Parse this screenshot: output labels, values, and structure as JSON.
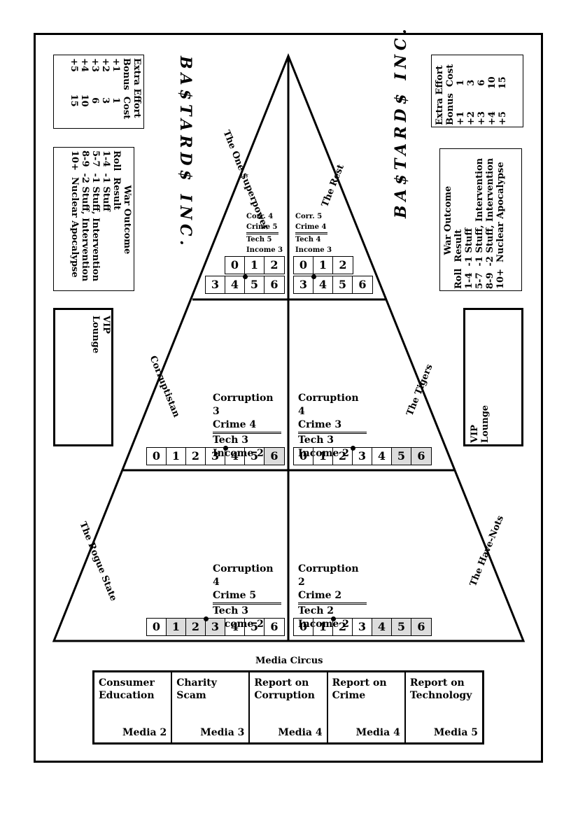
{
  "brand": "BA$TARD$ INC.",
  "extra_effort": {
    "title": "Extra Effort",
    "header": "Bonus  Cost",
    "rows": [
      "+1        1",
      "+2        3",
      "+3        6",
      "+4       10",
      "+5       15"
    ]
  },
  "war_outcome": {
    "title": "War Outcome",
    "header": "Roll  Result",
    "rows": [
      "1-4  -1 Stuff",
      "5-7  -1 Stuff, Intervention",
      "8-9  -2 Stuff, Intervention",
      "10+  Nuclear Apocalypse"
    ]
  },
  "vip": {
    "line1": "VIP",
    "line2": "Lounge"
  },
  "regions": {
    "superpower": {
      "name": "The One $uperpower",
      "corruption": "Corr. 4",
      "crime": "Crime 5",
      "tech": "Tech 5",
      "income": "Income 3",
      "track_top": [
        "0",
        "1",
        "2"
      ],
      "track_bottom": [
        "3",
        "4",
        "5",
        "6"
      ]
    },
    "rest": {
      "name": "The Rest",
      "corruption": "Corr. 5",
      "crime": "Crime 4",
      "tech": "Tech 4",
      "income": "Income 3",
      "track_top": [
        "0",
        "1",
        "2"
      ],
      "track_bottom": [
        "3",
        "4",
        "5",
        "6"
      ]
    },
    "corruptistan": {
      "name": "Corruptistan",
      "corruption": "Corruption 3",
      "crime": "Crime 4",
      "tech": "Tech 3",
      "income": "Income 2",
      "track": [
        "0",
        "1",
        "2",
        "3",
        "4",
        "5",
        "6"
      ]
    },
    "tigers": {
      "name": "The Tigers",
      "corruption": "Corruption 4",
      "crime": "Crime 3",
      "tech": "Tech 3",
      "income": "Income 2",
      "track": [
        "0",
        "1",
        "2",
        "3",
        "4",
        "5",
        "6"
      ]
    },
    "rogue": {
      "name": "The Rogue State",
      "corruption": "Corruption 4",
      "crime": "Crime 5",
      "tech": "Tech 3",
      "income": "Income 2",
      "track": [
        "0",
        "1",
        "2",
        "3",
        "4",
        "5",
        "6"
      ]
    },
    "havenots": {
      "name": "The Have-Nots",
      "corruption": "Corruption 2",
      "crime": "Crime 2",
      "tech": "Tech 2",
      "income": "Income 2",
      "track": [
        "0",
        "1",
        "2",
        "3",
        "4",
        "5",
        "6"
      ]
    }
  },
  "media": {
    "title": "Media Circus",
    "cards": [
      {
        "name": "Consumer\nEducation",
        "value": "Media 2"
      },
      {
        "name": "Charity\nScam",
        "value": "Media 3"
      },
      {
        "name": "Report on\nCorruption",
        "value": "Media 4"
      },
      {
        "name": "Report on\nCrime",
        "value": "Media 4"
      },
      {
        "name": "Report on\nTechnology",
        "value": "Media 5"
      }
    ]
  }
}
